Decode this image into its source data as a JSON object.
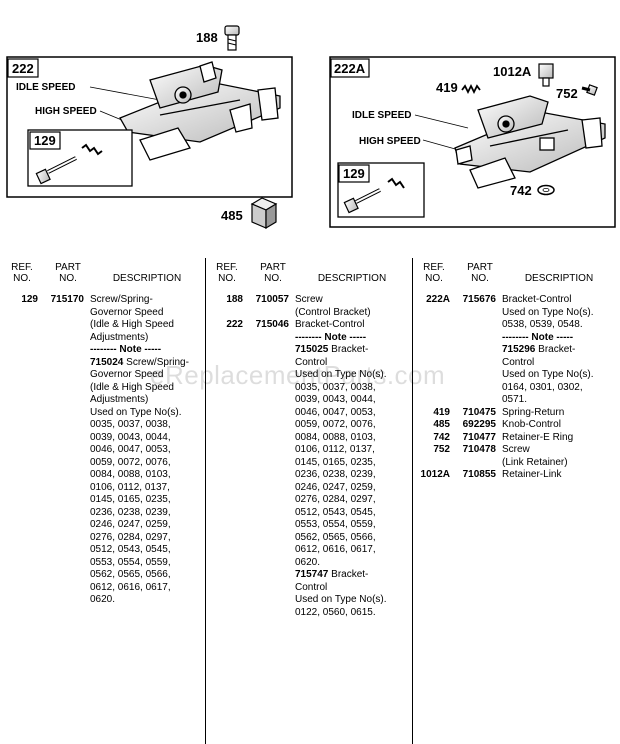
{
  "diagram": {
    "top_ref": "188",
    "left_box": {
      "tag": "222",
      "idle": "IDLE SPEED",
      "high": "HIGH SPEED",
      "sub_tag": "129"
    },
    "right_box": {
      "tag": "222A",
      "idle": "IDLE SPEED",
      "high": "HIGH SPEED",
      "sub_tag": "129",
      "ref_419": "419",
      "ref_1012a": "1012A",
      "ref_752": "752",
      "ref_742": "742"
    },
    "ref_485": "485"
  },
  "watermark": "eReplacementParts.com",
  "table": {
    "headers": {
      "ref": [
        "REF.",
        "NO."
      ],
      "part": [
        "PART",
        "NO."
      ],
      "desc": "DESCRIPTION"
    },
    "columns": [
      [
        {
          "ref": "129",
          "part": "715170",
          "lines": [
            "Screw/Spring-",
            "Governor Speed",
            "(Idle & High Speed",
            "Adjustments)",
            "-------- Note -----",
            "@715024@ Screw/Spring-",
            "Governor Speed",
            "(Idle & High Speed",
            "Adjustments)",
            "Used on Type No(s).",
            "0035, 0037, 0038,",
            "0039, 0043, 0044,",
            "0046, 0047, 0053,",
            "0059, 0072, 0076,",
            "0084, 0088, 0103,",
            "0106, 0112, 0137,",
            "0145, 0165, 0235,",
            "0236, 0238, 0239,",
            "0246, 0247, 0259,",
            "0276, 0284, 0297,",
            "0512, 0543, 0545,",
            "0553, 0554, 0559,",
            "0562, 0565, 0566,",
            "0612, 0616, 0617,",
            "0620."
          ]
        }
      ],
      [
        {
          "ref": "188",
          "part": "710057",
          "lines": [
            "Screw",
            "(Control Bracket)"
          ]
        },
        {
          "ref": "222",
          "part": "715046",
          "lines": [
            "Bracket-Control",
            "-------- Note -----",
            "@715025@ Bracket-",
            "Control",
            "Used on Type No(s).",
            "0035, 0037, 0038,",
            "0039, 0043, 0044,",
            "0046, 0047, 0053,",
            "0059, 0072, 0076,",
            "0084, 0088, 0103,",
            "0106, 0112, 0137,",
            "0145, 0165, 0235,",
            "0236, 0238, 0239,",
            "0246, 0247, 0259,",
            "0276, 0284, 0297,",
            "0512, 0543, 0545,",
            "0553, 0554, 0559,",
            "0562, 0565, 0566,",
            "0612, 0616, 0617,",
            "0620.",
            "@715747@ Bracket-",
            "Control",
            "Used on Type No(s).",
            "0122, 0560, 0615."
          ]
        }
      ],
      [
        {
          "ref": "222A",
          "part": "715676",
          "lines": [
            "Bracket-Control",
            "Used on Type No(s).",
            "0538, 0539, 0548.",
            "-------- Note -----",
            "@715296@ Bracket-",
            "Control",
            "Used on Type No(s).",
            "0164, 0301, 0302,",
            "0571."
          ]
        },
        {
          "ref": "419",
          "part": "710475",
          "lines": [
            "Spring-Return"
          ]
        },
        {
          "ref": "485",
          "part": "692295",
          "lines": [
            "Knob-Control"
          ]
        },
        {
          "ref": "742",
          "part": "710477",
          "lines": [
            "Retainer-E Ring"
          ]
        },
        {
          "ref": "752",
          "part": "710478",
          "lines": [
            "Screw",
            "(Link Retainer)"
          ]
        },
        {
          "ref": "1012A",
          "part": "710855",
          "lines": [
            "Retainer-Link"
          ]
        }
      ]
    ]
  }
}
